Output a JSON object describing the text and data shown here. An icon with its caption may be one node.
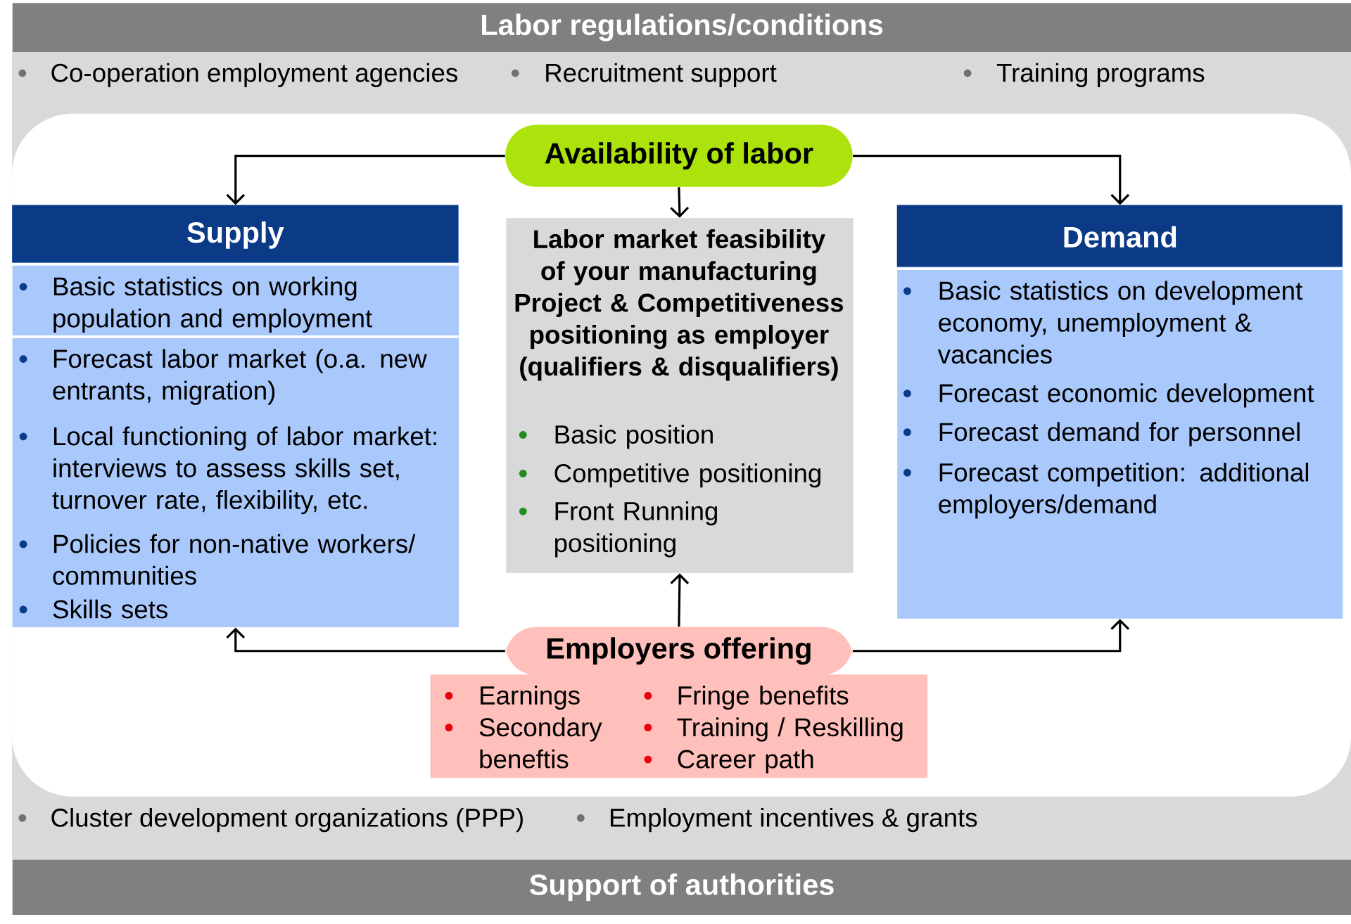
{
  "diagram": {
    "nodes": [
      {
        "text": [
          "Labor regulations/conditions"
        ]
      },
      {
        "text": [
          "Availability of labor"
        ]
      },
      {
        "text": [
          "Supply",
          "Basic statistics on working population and employment",
          "Forecast labor market (o.a. new entrants, migration)",
          "Local functioning of labor market: interviews to assess skills set, turnover rate, flexibility, etc.",
          "Policies for non-native workers/ communities",
          "Skills sets"
        ]
      },
      {
        "text": [
          "Labor market feasibility of your manufacturing Project & Competitiveness positioning as employer (qualifiers & disqualifiers)",
          "Basic position",
          "Competitive positioning",
          "Front Running positioning"
        ]
      },
      {
        "text": [
          "Demand",
          "Basic statistics on development economy, unemployment & vacancies",
          "Forecast economic development",
          "Forecast demand for personnel",
          "Forecast competition: additional employers/demand"
        ]
      },
      {
        "text": [
          "Employers offering"
        ]
      },
      {
        "text": [
          "Earnings",
          "Secondary beneftis",
          "Fringe benefits",
          "Training / Reskilling",
          "Career path"
        ]
      },
      {
        "text": [
          "Support of authorities"
        ]
      }
    ],
    "edges": [
      {
        "from": 1,
        "to": 2,
        "arrow": "to"
      },
      {
        "from": 1,
        "to": 3,
        "arrow": "to"
      },
      {
        "from": 1,
        "to": 4,
        "arrow": "to"
      },
      {
        "from": 5,
        "to": 2,
        "arrow": "to"
      },
      {
        "from": 5,
        "to": 3,
        "arrow": "to"
      },
      {
        "from": 5,
        "to": 4,
        "arrow": "to"
      }
    ],
    "labels": [
      "Co-operation employment agencies",
      "Recruitment support",
      "Training programs",
      "Cluster development organizations (PPP)",
      "Employment incentives & grants"
    ]
  }
}
